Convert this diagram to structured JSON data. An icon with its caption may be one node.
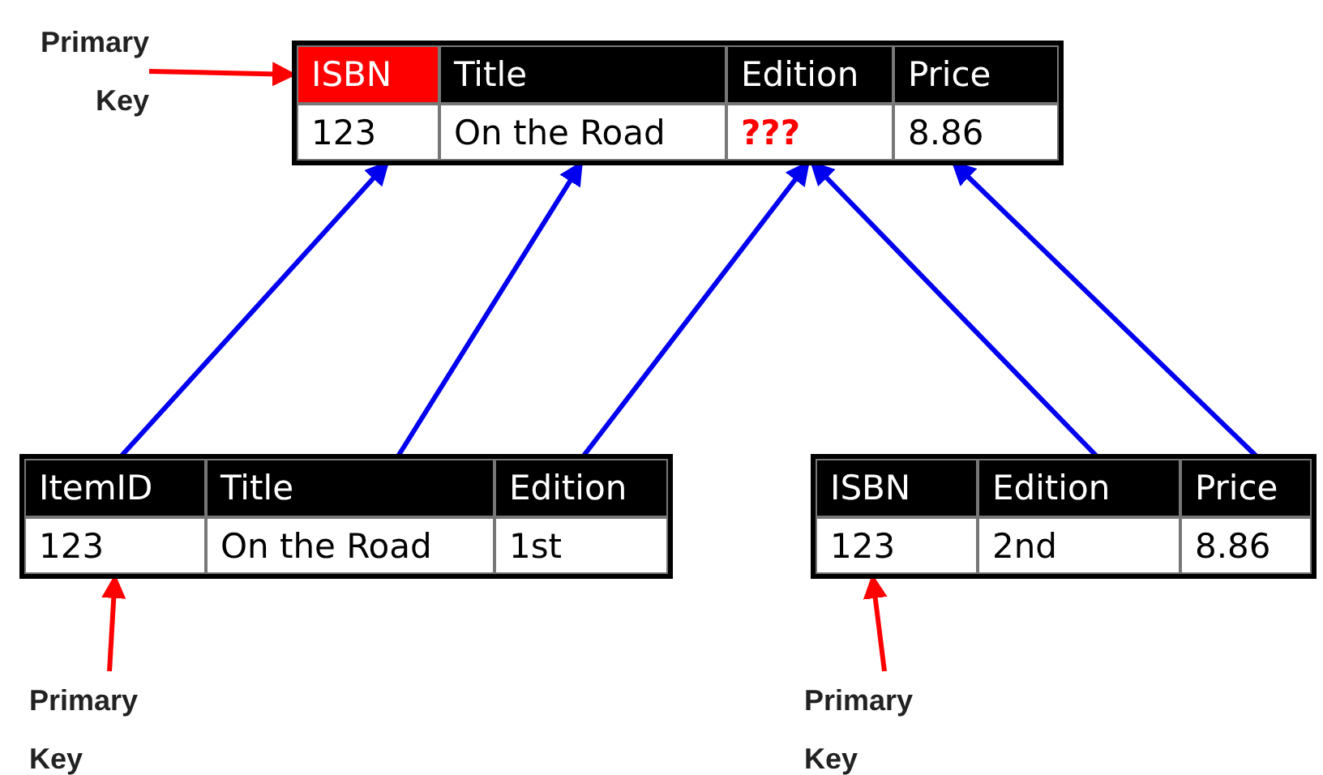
{
  "diagram": {
    "nodes": [
      {
        "text": [],
        "shape": "box"
      },
      {
        "text": [
          "ISBN"
        ],
        "in": 0
      },
      {
        "text": [
          "Title"
        ],
        "in": 0
      },
      {
        "text": [
          "Edition"
        ],
        "in": 0
      },
      {
        "text": [
          "Price"
        ],
        "in": 0
      },
      {
        "text": [
          "123"
        ],
        "in": 0
      },
      {
        "text": [
          "On the Road"
        ],
        "in": 0
      },
      {
        "text": [
          "???"
        ],
        "in": 0
      },
      {
        "text": [
          "8.86"
        ],
        "in": 0
      },
      {
        "text": [],
        "shape": "box"
      },
      {
        "text": [
          "ItemID"
        ],
        "in": 9
      },
      {
        "text": [
          "Title"
        ],
        "in": 9
      },
      {
        "text": [
          "Edition"
        ],
        "in": 9
      },
      {
        "text": [
          "123"
        ],
        "in": 9
      },
      {
        "text": [
          "On the Road"
        ],
        "in": 9
      },
      {
        "text": [
          "1st"
        ],
        "in": 9
      },
      {
        "text": [],
        "shape": "box"
      },
      {
        "text": [
          "ISBN"
        ],
        "in": 16
      },
      {
        "text": [
          "Edition"
        ],
        "in": 16
      },
      {
        "text": [
          "Price"
        ],
        "in": 16
      },
      {
        "text": [
          "123"
        ],
        "in": 16
      },
      {
        "text": [
          "2nd"
        ],
        "in": 16
      },
      {
        "text": [
          "8.86"
        ],
        "in": 16
      },
      {
        "text": [
          "Primary Key"
        ]
      },
      {
        "text": [
          "Primary Key"
        ]
      },
      {
        "text": [
          "Primary Key"
        ]
      }
    ],
    "edges": [
      {
        "from": 23,
        "to": 1,
        "arrow": "to",
        "color": "#ff0000"
      },
      {
        "from": 10,
        "to": 5,
        "arrow": "to"
      },
      {
        "from": 11,
        "to": 6,
        "arrow": "to"
      },
      {
        "from": 12,
        "to": 7,
        "arrow": "to"
      },
      {
        "from": 18,
        "to": 7,
        "arrow": "to"
      },
      {
        "from": 19,
        "to": 8,
        "arrow": "to"
      },
      {
        "from": 24,
        "to": 13,
        "arrow": "to",
        "color": "#ff0000"
      },
      {
        "from": 25,
        "to": 20,
        "arrow": "to",
        "color": "#ff0000"
      }
    ]
  }
}
